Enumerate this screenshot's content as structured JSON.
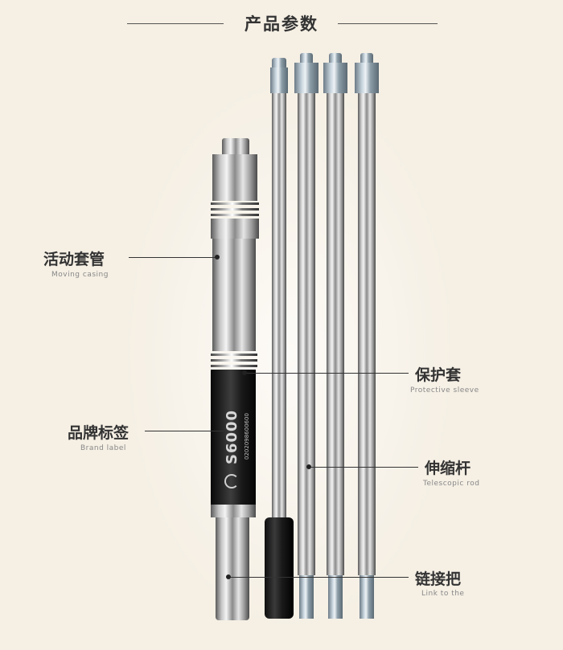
{
  "header": {
    "title": "产品参数"
  },
  "callouts": [
    {
      "id": "moving-casing",
      "label": "活动套管",
      "sub": "Moving casing"
    },
    {
      "id": "protective-sleeve",
      "label": "保护套",
      "sub": "Protective sleeve"
    },
    {
      "id": "brand-label",
      "label": "品牌标签",
      "sub": "Brand label"
    },
    {
      "id": "telescopic-rod",
      "label": "伸缩杆",
      "sub": "Telescopic rod"
    },
    {
      "id": "link",
      "label": "链接把",
      "sub": "Link to the"
    }
  ],
  "product": {
    "brand_model": "S6000",
    "brand_fine_print": "0202098600600"
  },
  "colors": {
    "background": "#f5efe4",
    "text": "#333333",
    "subtext": "#888888"
  }
}
